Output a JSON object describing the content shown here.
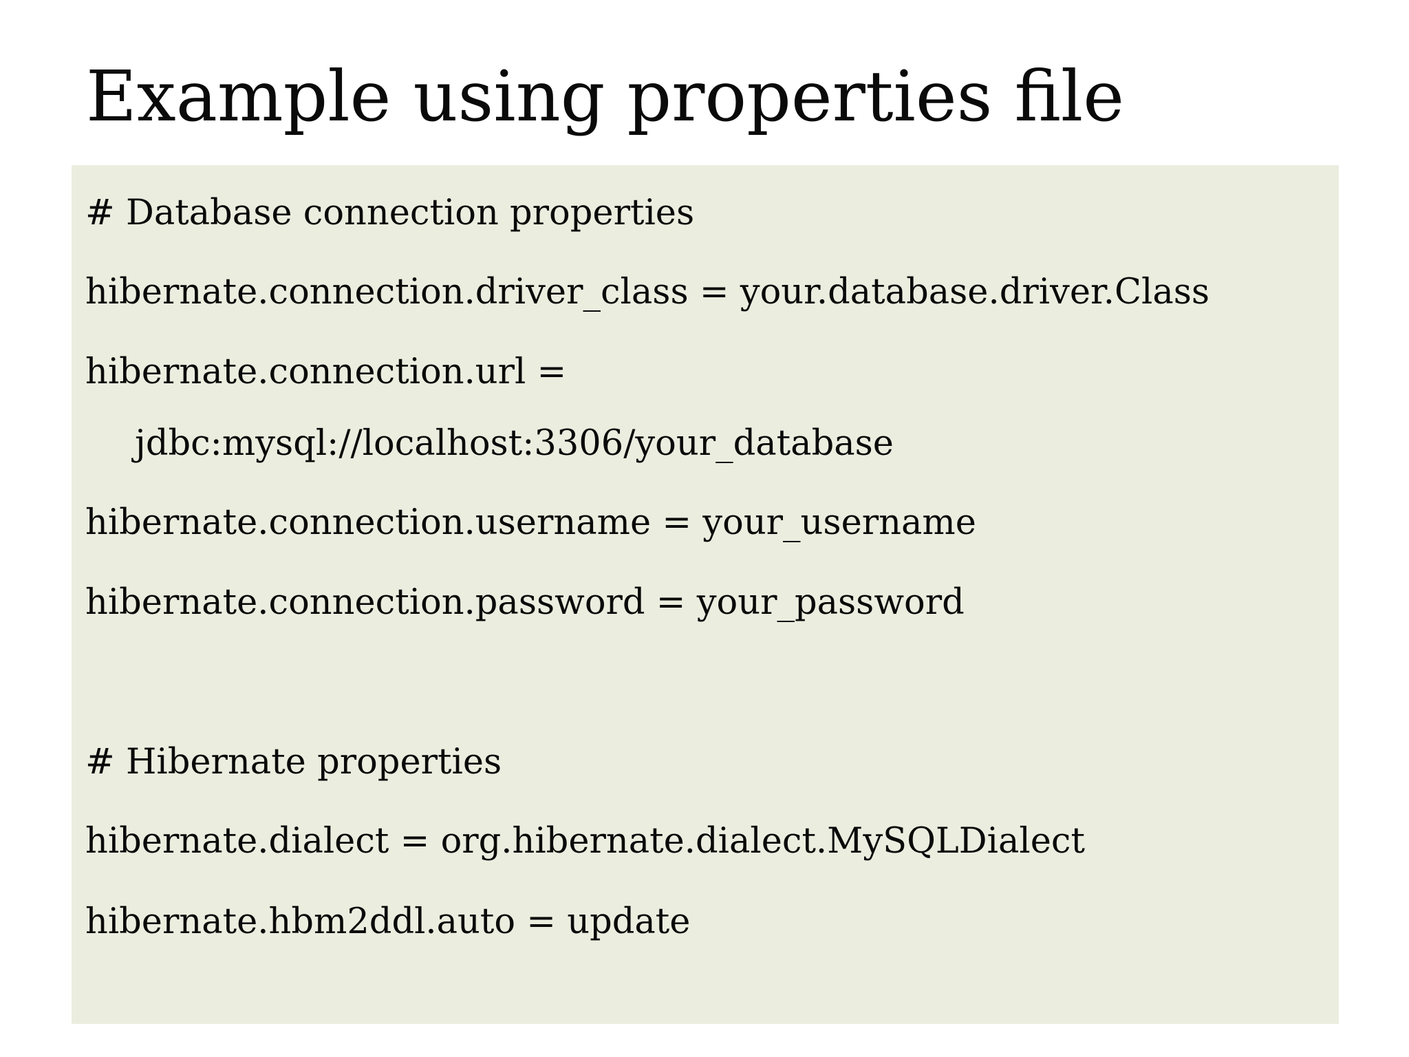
{
  "slide": {
    "title": "Example using properties file",
    "code_box_color": "#ebeedf",
    "lines": [
      {
        "text": "# Database connection properties",
        "indent": false
      },
      {
        "text": "hibernate.connection.driver_class = your.database.driver.Class",
        "indent": false
      },
      {
        "text": "hibernate.connection.url =",
        "indent": false
      },
      {
        "text": "jdbc:mysql://localhost:3306/your_database",
        "indent": true
      },
      {
        "text": "hibernate.connection.username = your_username",
        "indent": false
      },
      {
        "text": "hibernate.connection.password = your_password",
        "indent": false
      },
      {
        "text": "# Hibernate properties",
        "indent": false
      },
      {
        "text": "hibernate.dialect = org.hibernate.dialect.MySQLDialect",
        "indent": false
      },
      {
        "text": "hibernate.hbm2ddl.auto = update",
        "indent": false
      }
    ]
  }
}
